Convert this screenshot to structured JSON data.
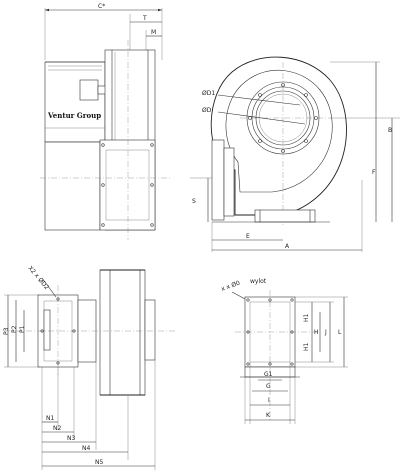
{
  "labels": {
    "C": "C*",
    "T": "T",
    "M": "M",
    "brand": "Ventur Group",
    "D1": "ØD1",
    "D": "ØD",
    "B": "B",
    "F": "F",
    "S": "S",
    "E": "E",
    "A": "A",
    "X2": "X2 x ØD2",
    "P3": "P3",
    "P2": "P2",
    "P1": "P1",
    "N1": "N1",
    "N2": "N2",
    "N3": "N3",
    "N4": "N4",
    "N5": "N5",
    "wylot": "wylot",
    "X": "x x Ø0",
    "H1a": "H1",
    "H1b": "H1",
    "H": "H",
    "J": "J",
    "L": "L",
    "G1": "G1",
    "G": "G",
    "I": "I",
    "K": "K"
  }
}
